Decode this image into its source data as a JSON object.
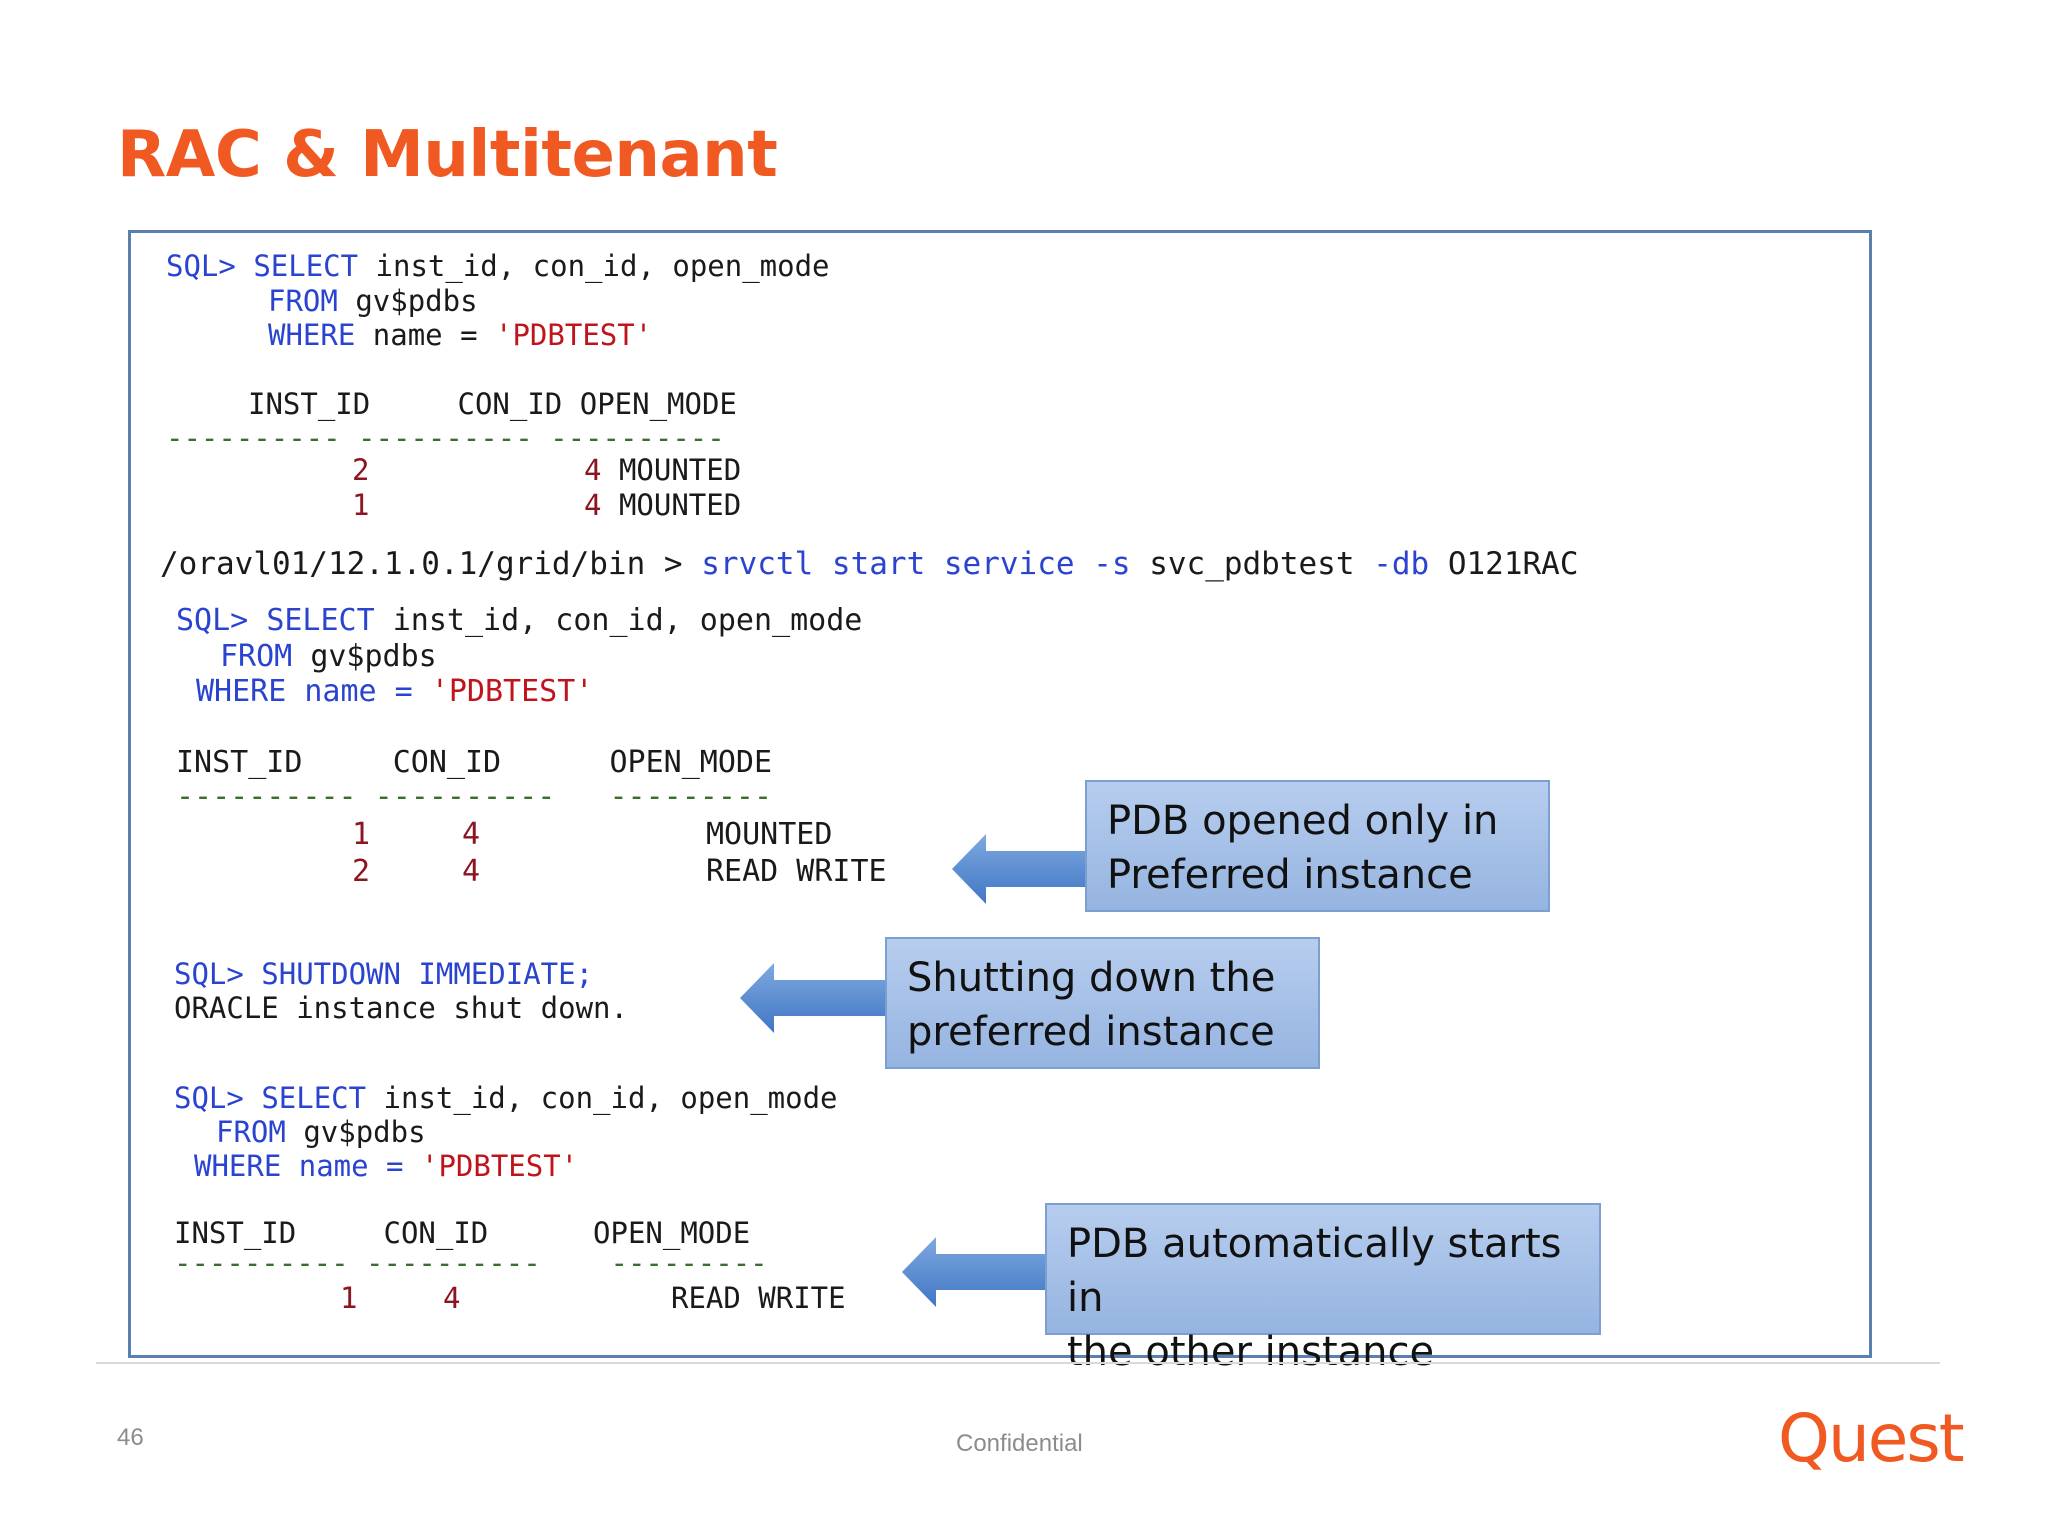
{
  "slide": {
    "title": "RAC & Multitenant",
    "page_number": "46",
    "footer": "Confidential",
    "logo_text": "Quest"
  },
  "code": {
    "q1": {
      "prompt": "SQL>",
      "kw_select": "SELECT",
      "select_cols": "inst_id, con_id, open_mode",
      "kw_from": "FROM",
      "from_table": "gv$pdbs",
      "kw_where": "WHERE",
      "where_cond": "name =",
      "where_value": "'PDBTEST'",
      "header": "INST_ID     CON_ID OPEN_MODE",
      "dashes": "---------- ---------- ----------",
      "rows": [
        {
          "inst": "2",
          "con": "4",
          "mode": "MOUNTED"
        },
        {
          "inst": "1",
          "con": "4",
          "mode": "MOUNTED"
        }
      ]
    },
    "command": {
      "path": "/oravl01/12.1.0.1/grid/bin >",
      "kw_cmd": "srvctl start service -s",
      "arg1": "svc_pdbtest",
      "kw_db": "-db",
      "arg2": "O121RAC"
    },
    "q2": {
      "prompt": "SQL>",
      "kw_select": "SELECT",
      "select_cols": "inst_id, con_id, open_mode",
      "kw_from": "FROM",
      "from_table": "gv$pdbs",
      "kw_where": "WHERE name =",
      "where_value": "'PDBTEST'",
      "header": "INST_ID     CON_ID      OPEN_MODE",
      "dashes": "---------- ----------   ---------",
      "rows": [
        {
          "inst": "1",
          "con": "4",
          "mode": "MOUNTED"
        },
        {
          "inst": "2",
          "con": "4",
          "mode": "READ WRITE"
        }
      ]
    },
    "shutdown": {
      "line1": "SQL> SHUTDOWN IMMEDIATE;",
      "line2": "ORACLE instance shut down."
    },
    "q3": {
      "prompt": "SQL>",
      "kw_select": "SELECT",
      "select_cols": "inst_id, con_id, open_mode",
      "kw_from": "FROM",
      "from_table": "gv$pdbs",
      "kw_where": "WHERE name =",
      "where_value": "'PDBTEST'",
      "header": "INST_ID     CON_ID      OPEN_MODE",
      "dashes": "---------- ----------    ---------",
      "rows": [
        {
          "inst": "1",
          "con": "4",
          "mode": "READ WRITE"
        }
      ]
    }
  },
  "callouts": {
    "c1": {
      "line1": "PDB opened only in",
      "line2": "Preferred instance"
    },
    "c2": {
      "line1": "Shutting down the",
      "line2": "preferred instance"
    },
    "c3": {
      "line1": "PDB automatically starts in",
      "line2": "the other instance"
    }
  },
  "colors": {
    "title": "#f05a22",
    "keyword": "#2a44d0",
    "string": "#c0141d",
    "callout_fill": "#a6c0e8",
    "arrow": "#5b8fd0"
  }
}
